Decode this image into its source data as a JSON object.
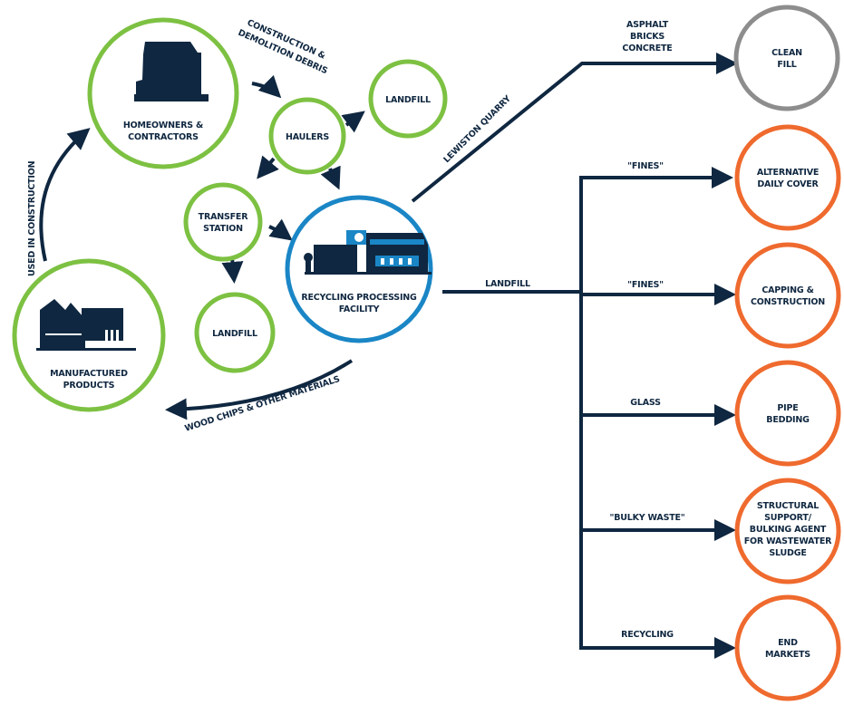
{
  "colors": {
    "green": "#7dc142",
    "blue": "#1a86c6",
    "orange": "#ef6a2e",
    "gray": "#8d8d8d",
    "navy": "#0f2740"
  },
  "nodes": {
    "homeowners": {
      "line1": "HOMEOWNERS &",
      "line2": "CONTRACTORS",
      "icon": "house-icon"
    },
    "haulers": {
      "line1": "HAULERS"
    },
    "landfill_top": {
      "line1": "LANDFILL"
    },
    "transfer": {
      "line1": "TRANSFER",
      "line2": "STATION"
    },
    "landfill_bottom": {
      "line1": "LANDFILL"
    },
    "recycling": {
      "line1": "RECYCLING PROCESSING",
      "line2": "FACILITY",
      "icon": "recycling-facility-icon"
    },
    "manufactured": {
      "line1": "MANUFACTURED",
      "line2": "PRODUCTS",
      "icon": "factory-icon"
    },
    "clean_fill": {
      "line1": "CLEAN",
      "line2": "FILL"
    },
    "adc": {
      "line1": "ALTERNATIVE",
      "line2": "DAILY COVER"
    },
    "capping": {
      "line1": "CAPPING &",
      "line2": "CONSTRUCTION"
    },
    "pipe": {
      "line1": "PIPE",
      "line2": "BEDDING"
    },
    "structural": {
      "line1": "STRUCTURAL",
      "line2": "SUPPORT/",
      "line3": "BULKING AGENT",
      "line4": "FOR WASTEWATER",
      "line5": "SLUDGE"
    },
    "end_markets": {
      "line1": "END",
      "line2": "MARKETS"
    }
  },
  "edges": {
    "construction_debris": {
      "line1": "CONSTRUCTION &",
      "line2": "DEMOLITION DEBRIS"
    },
    "used_in_construction": "USED IN CONSTRUCTION",
    "wood_chips": "WOOD CHIPS & OTHER MATERIALS",
    "lewiston_quarry": "LEWISTON QUARRY",
    "asphalt": {
      "line1": "ASPHALT",
      "line2": "BRICKS",
      "line3": "CONCRETE"
    },
    "landfill": "LANDFILL",
    "fines_1": "\"FINES\"",
    "fines_2": "\"FINES\"",
    "glass": "GLASS",
    "bulky_waste": "\"BULKY WASTE\"",
    "recycling": "RECYCLING"
  }
}
